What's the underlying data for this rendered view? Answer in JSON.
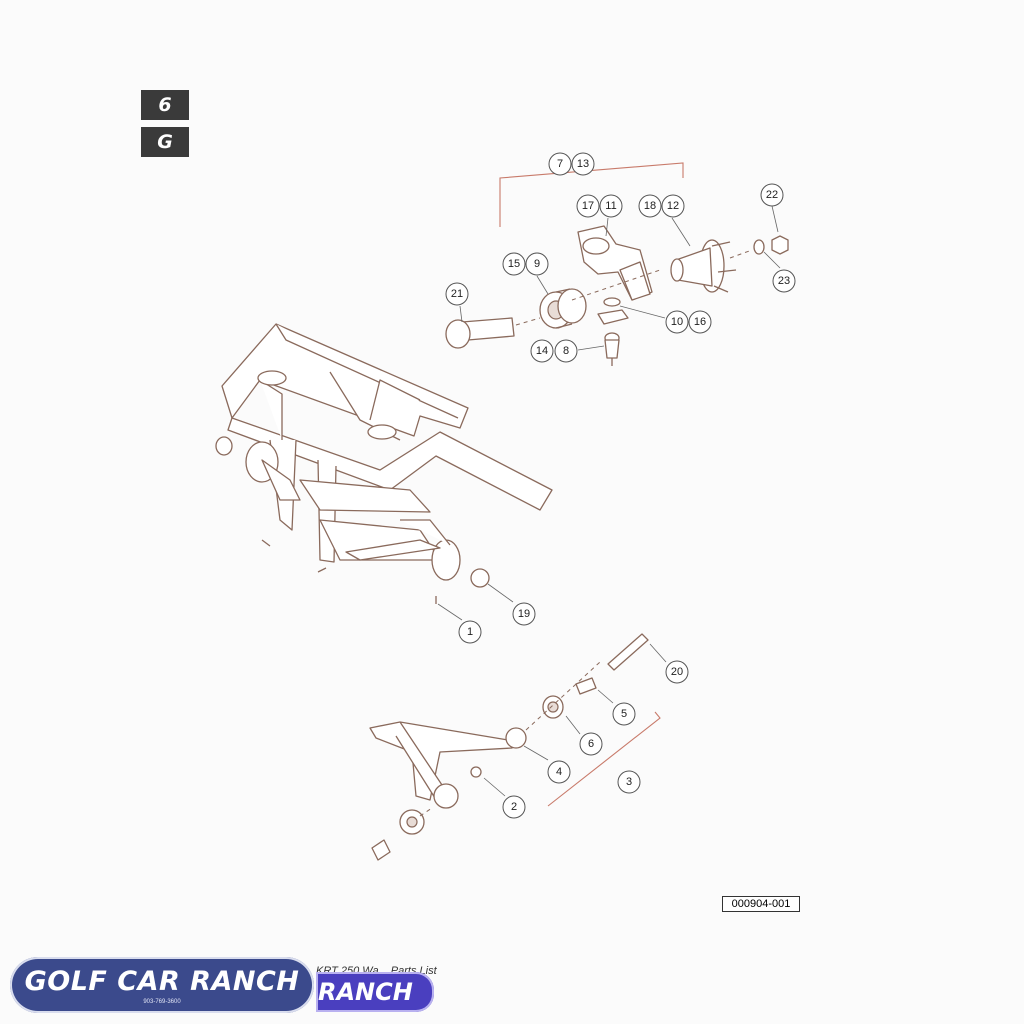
{
  "section_tabs": [
    "6",
    "G"
  ],
  "callouts": [
    "1",
    "2",
    "3",
    "4",
    "5",
    "6",
    "7",
    "8",
    "9",
    "10",
    "11",
    "12",
    "13",
    "14",
    "15",
    "16",
    "17",
    "18",
    "19",
    "20",
    "21",
    "22",
    "23"
  ],
  "figure_code": "000904-001",
  "footer_text": "KRT 250 Wa... Parts List",
  "logo": {
    "name": "GOLF CAR RANCH",
    "phone": "903-769-3600",
    "secondary": "RANCH"
  },
  "colors": {
    "line_art": "#8a6a5c",
    "tab_bg": "#3a3a3a",
    "logo_bg": "#3b4a8c",
    "logo2_bg": "#4a3fbf"
  }
}
